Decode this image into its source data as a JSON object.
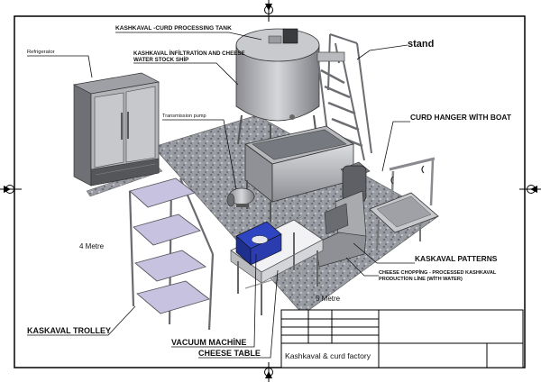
{
  "labels": {
    "tank": "KASHKAVAL -CURD PROCESSING TANK",
    "refrigerator": "Refrigerator",
    "infiltration_1": "KASHKAVAL İNFİLTRATİON AND CHEESE",
    "infiltration_2": "WATER STOCK SHİP",
    "pump": "Transmission pump",
    "stand": "stand",
    "curd_hanger": "CURD HANGER WİTH BOAT",
    "patterns": "KASKAVAL  PATTERNS",
    "chopping_1": "CHEESE CHOPPİNG - PROCESSED KASHKAVAL",
    "chopping_2": "PRODUCTİON LİNE (WİTH WATER)",
    "trolley": "KASKAVAL TROLLEY",
    "vacuum": "VACUUM MACHİNE",
    "table": "CHEESE TABLE",
    "dim_width": "4 Metre",
    "dim_length": "5 Metre"
  },
  "title_block": {
    "title": "Kashkaval & curd factory"
  }
}
